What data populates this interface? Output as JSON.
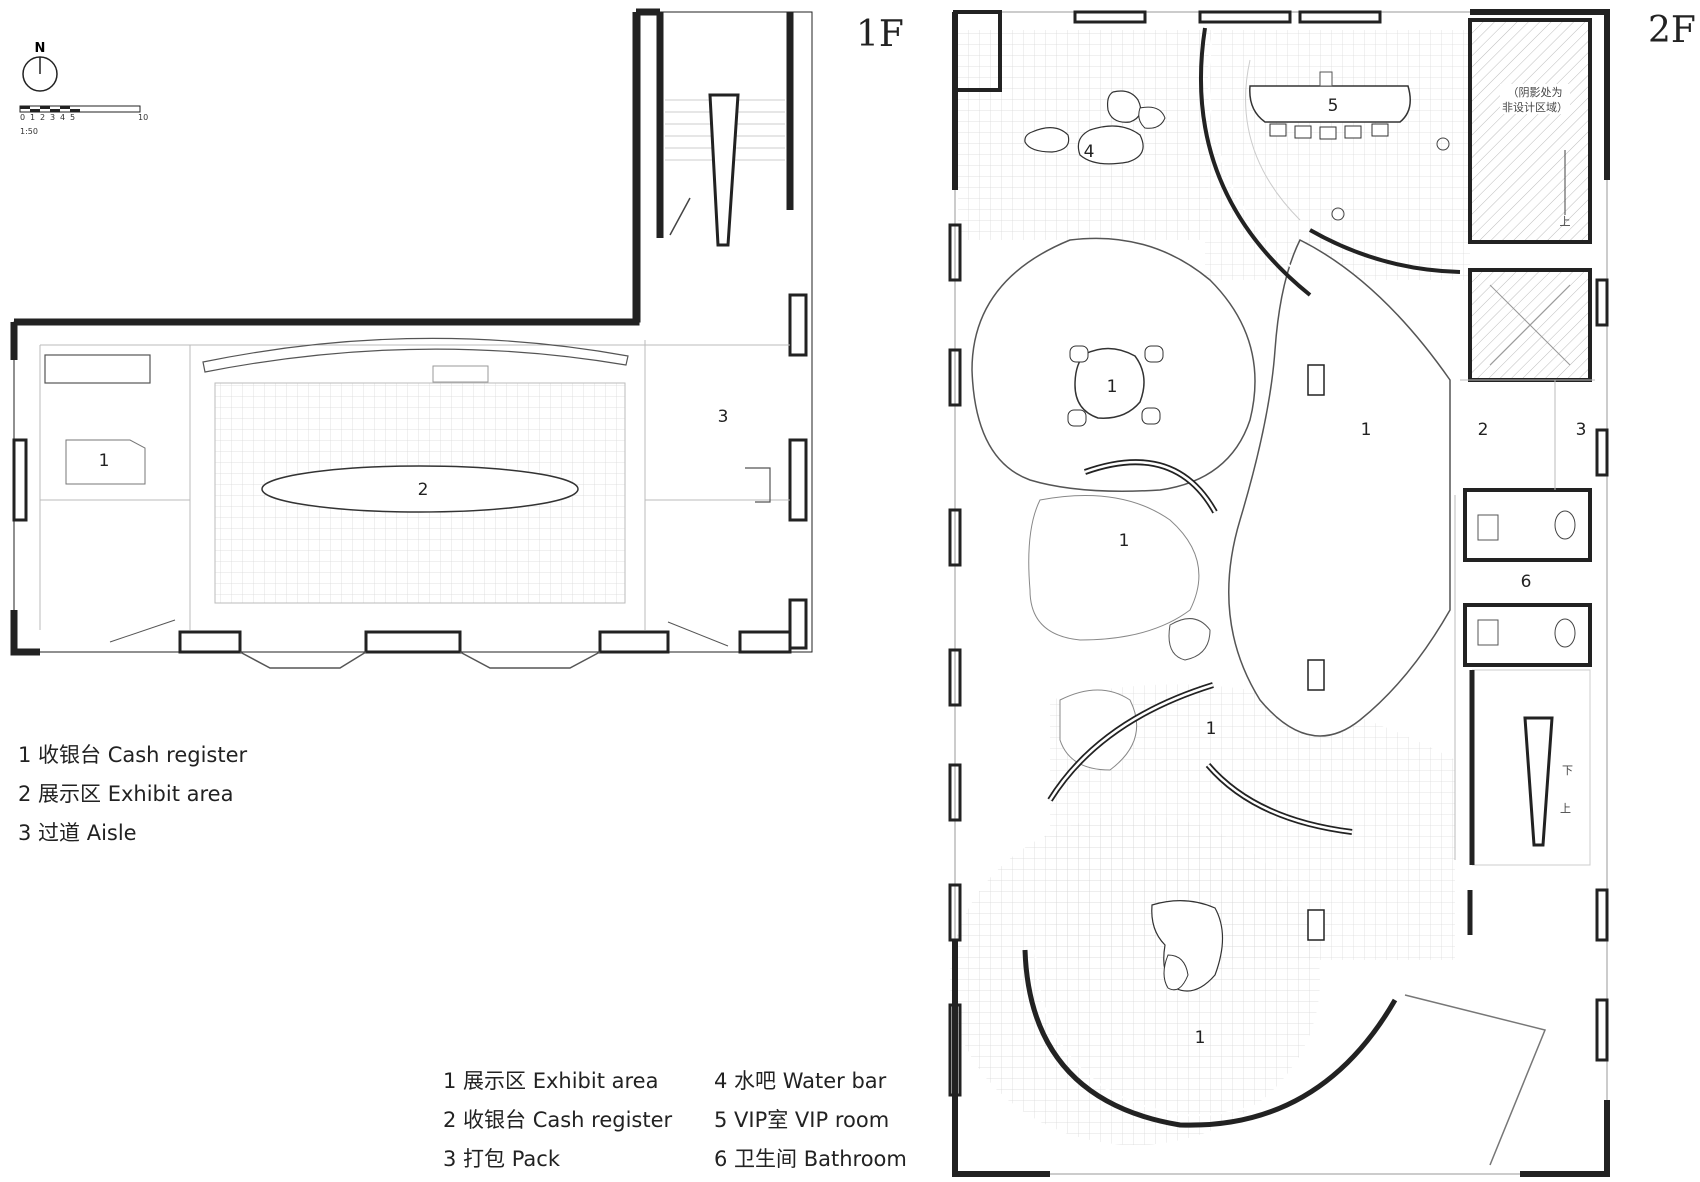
{
  "floors": {
    "first": {
      "label": "1F",
      "north_symbol": "N",
      "scale_label": "1:50",
      "scale_ticks": [
        "0",
        "1",
        "2",
        "3",
        "4",
        "5",
        "10"
      ],
      "room_numbers": [
        "1",
        "2",
        "3"
      ],
      "legend": [
        {
          "text": "1 收银台 Cash register"
        },
        {
          "text": "2 展示区 Exhibit area"
        },
        {
          "text": "3 过道 Aisle"
        }
      ]
    },
    "second": {
      "label": "2F",
      "note_line1": "（阴影处为",
      "note_line2": "非设计区域）",
      "stair_up": "上",
      "stair_down": "下",
      "room_numbers": [
        "1",
        "1",
        "1",
        "1",
        "1",
        "2",
        "3",
        "4",
        "5",
        "6"
      ],
      "legend_col1": [
        {
          "text": "1 展示区 Exhibit area"
        },
        {
          "text": "2 收银台 Cash register"
        },
        {
          "text": "3 打包 Pack"
        }
      ],
      "legend_col2": [
        {
          "text": "4 水吧 Water bar"
        },
        {
          "text": "5 VIP室 VIP room"
        },
        {
          "text": "6 卫生间 Bathroom"
        }
      ]
    }
  }
}
